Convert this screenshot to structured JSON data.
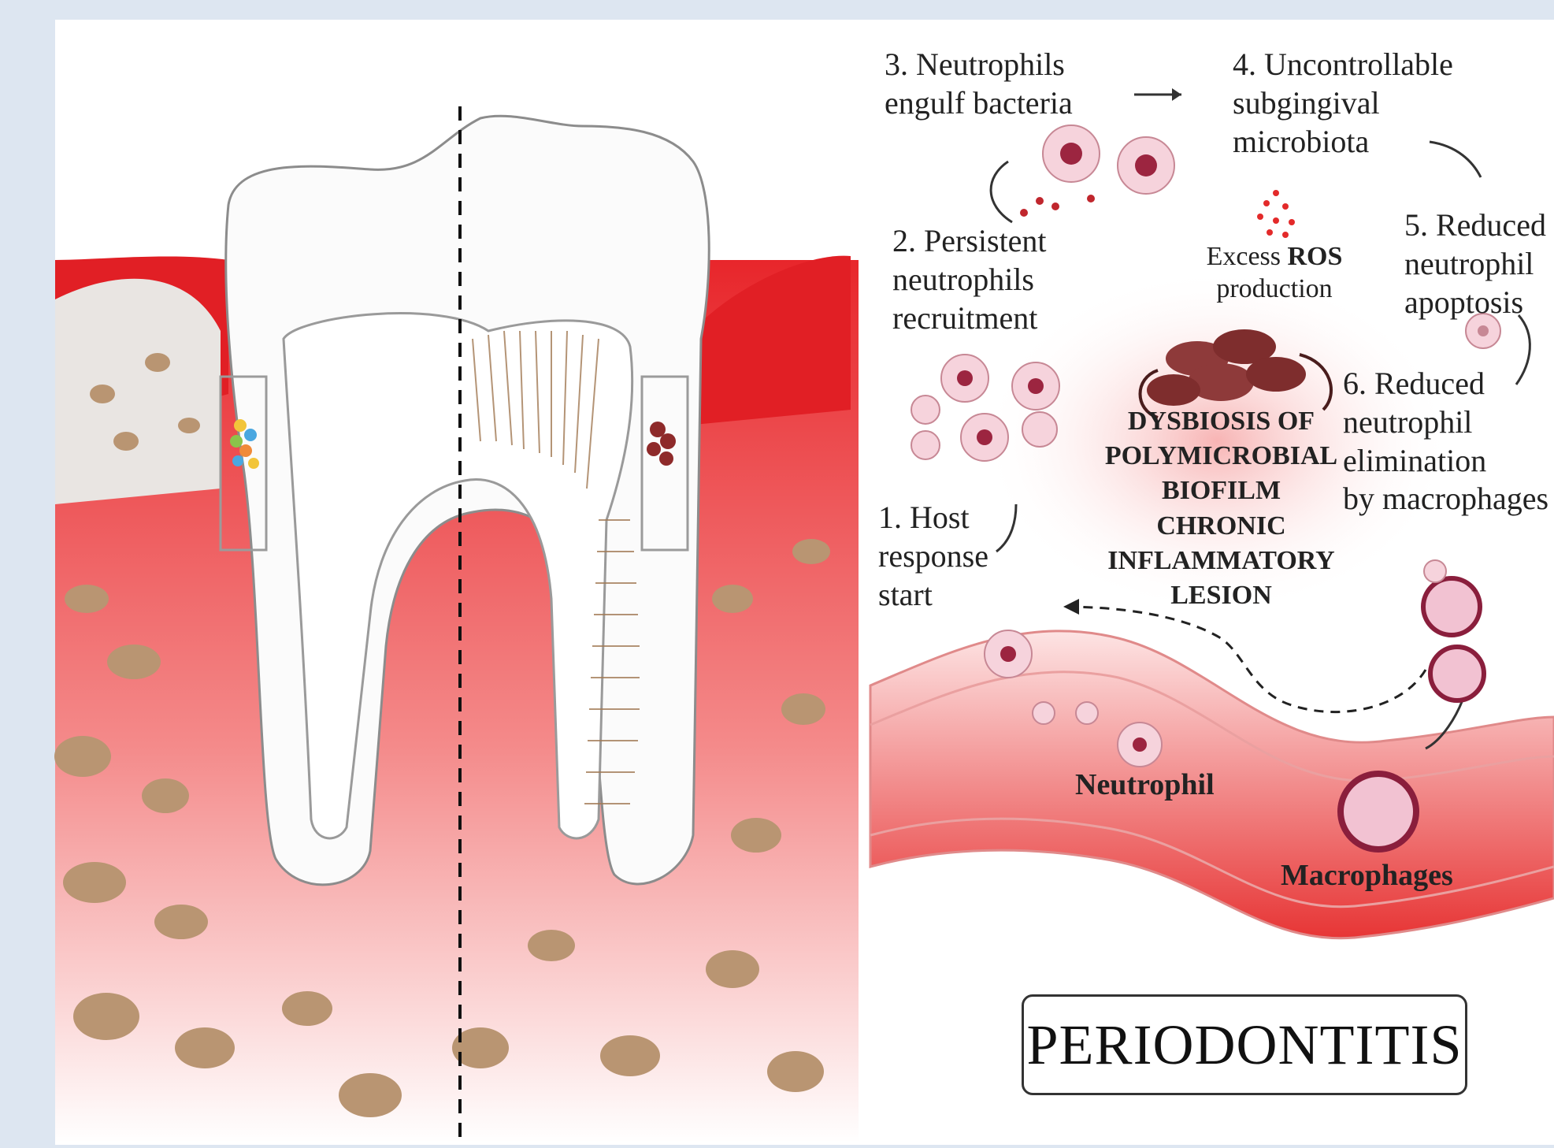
{
  "labels": {
    "step3": "3. Neutrophils\nengulf bacteria",
    "step4": "4. Uncontrollable\nsubgingival\nmicrobiota",
    "step5": "5. Reduced\nneutrophil\napoptosis",
    "step2": "2. Persistent\nneutrophils\nrecruitment",
    "ros_prefix": "Excess ",
    "ros_bold": "ROS",
    "ros_suffix": "production",
    "step6": "6. Reduced\nneutrophil\nelimination\nby macrophages",
    "step1": "1. Host\nresponse\nstart",
    "center_lesion": "DYSBIOSIS OF\nPOLYMICROBIAL\nBIOFILM\nCHRONIC\nINFLAMMATORY\nLESION",
    "neutrophil": "Neutrophil",
    "macrophages": "Macrophages"
  },
  "title": "PERIODONTITIS",
  "colors": {
    "gum_red": "#e0272b",
    "bone_tan": "#b99572",
    "bone_dark": "#7a4a30",
    "bacteria_brown": "#8e3a3a",
    "neutrophil_pink": "#f6d3dc",
    "neutrophil_nucleus": "#9c2540",
    "macrophage": "#8a1e3c"
  }
}
